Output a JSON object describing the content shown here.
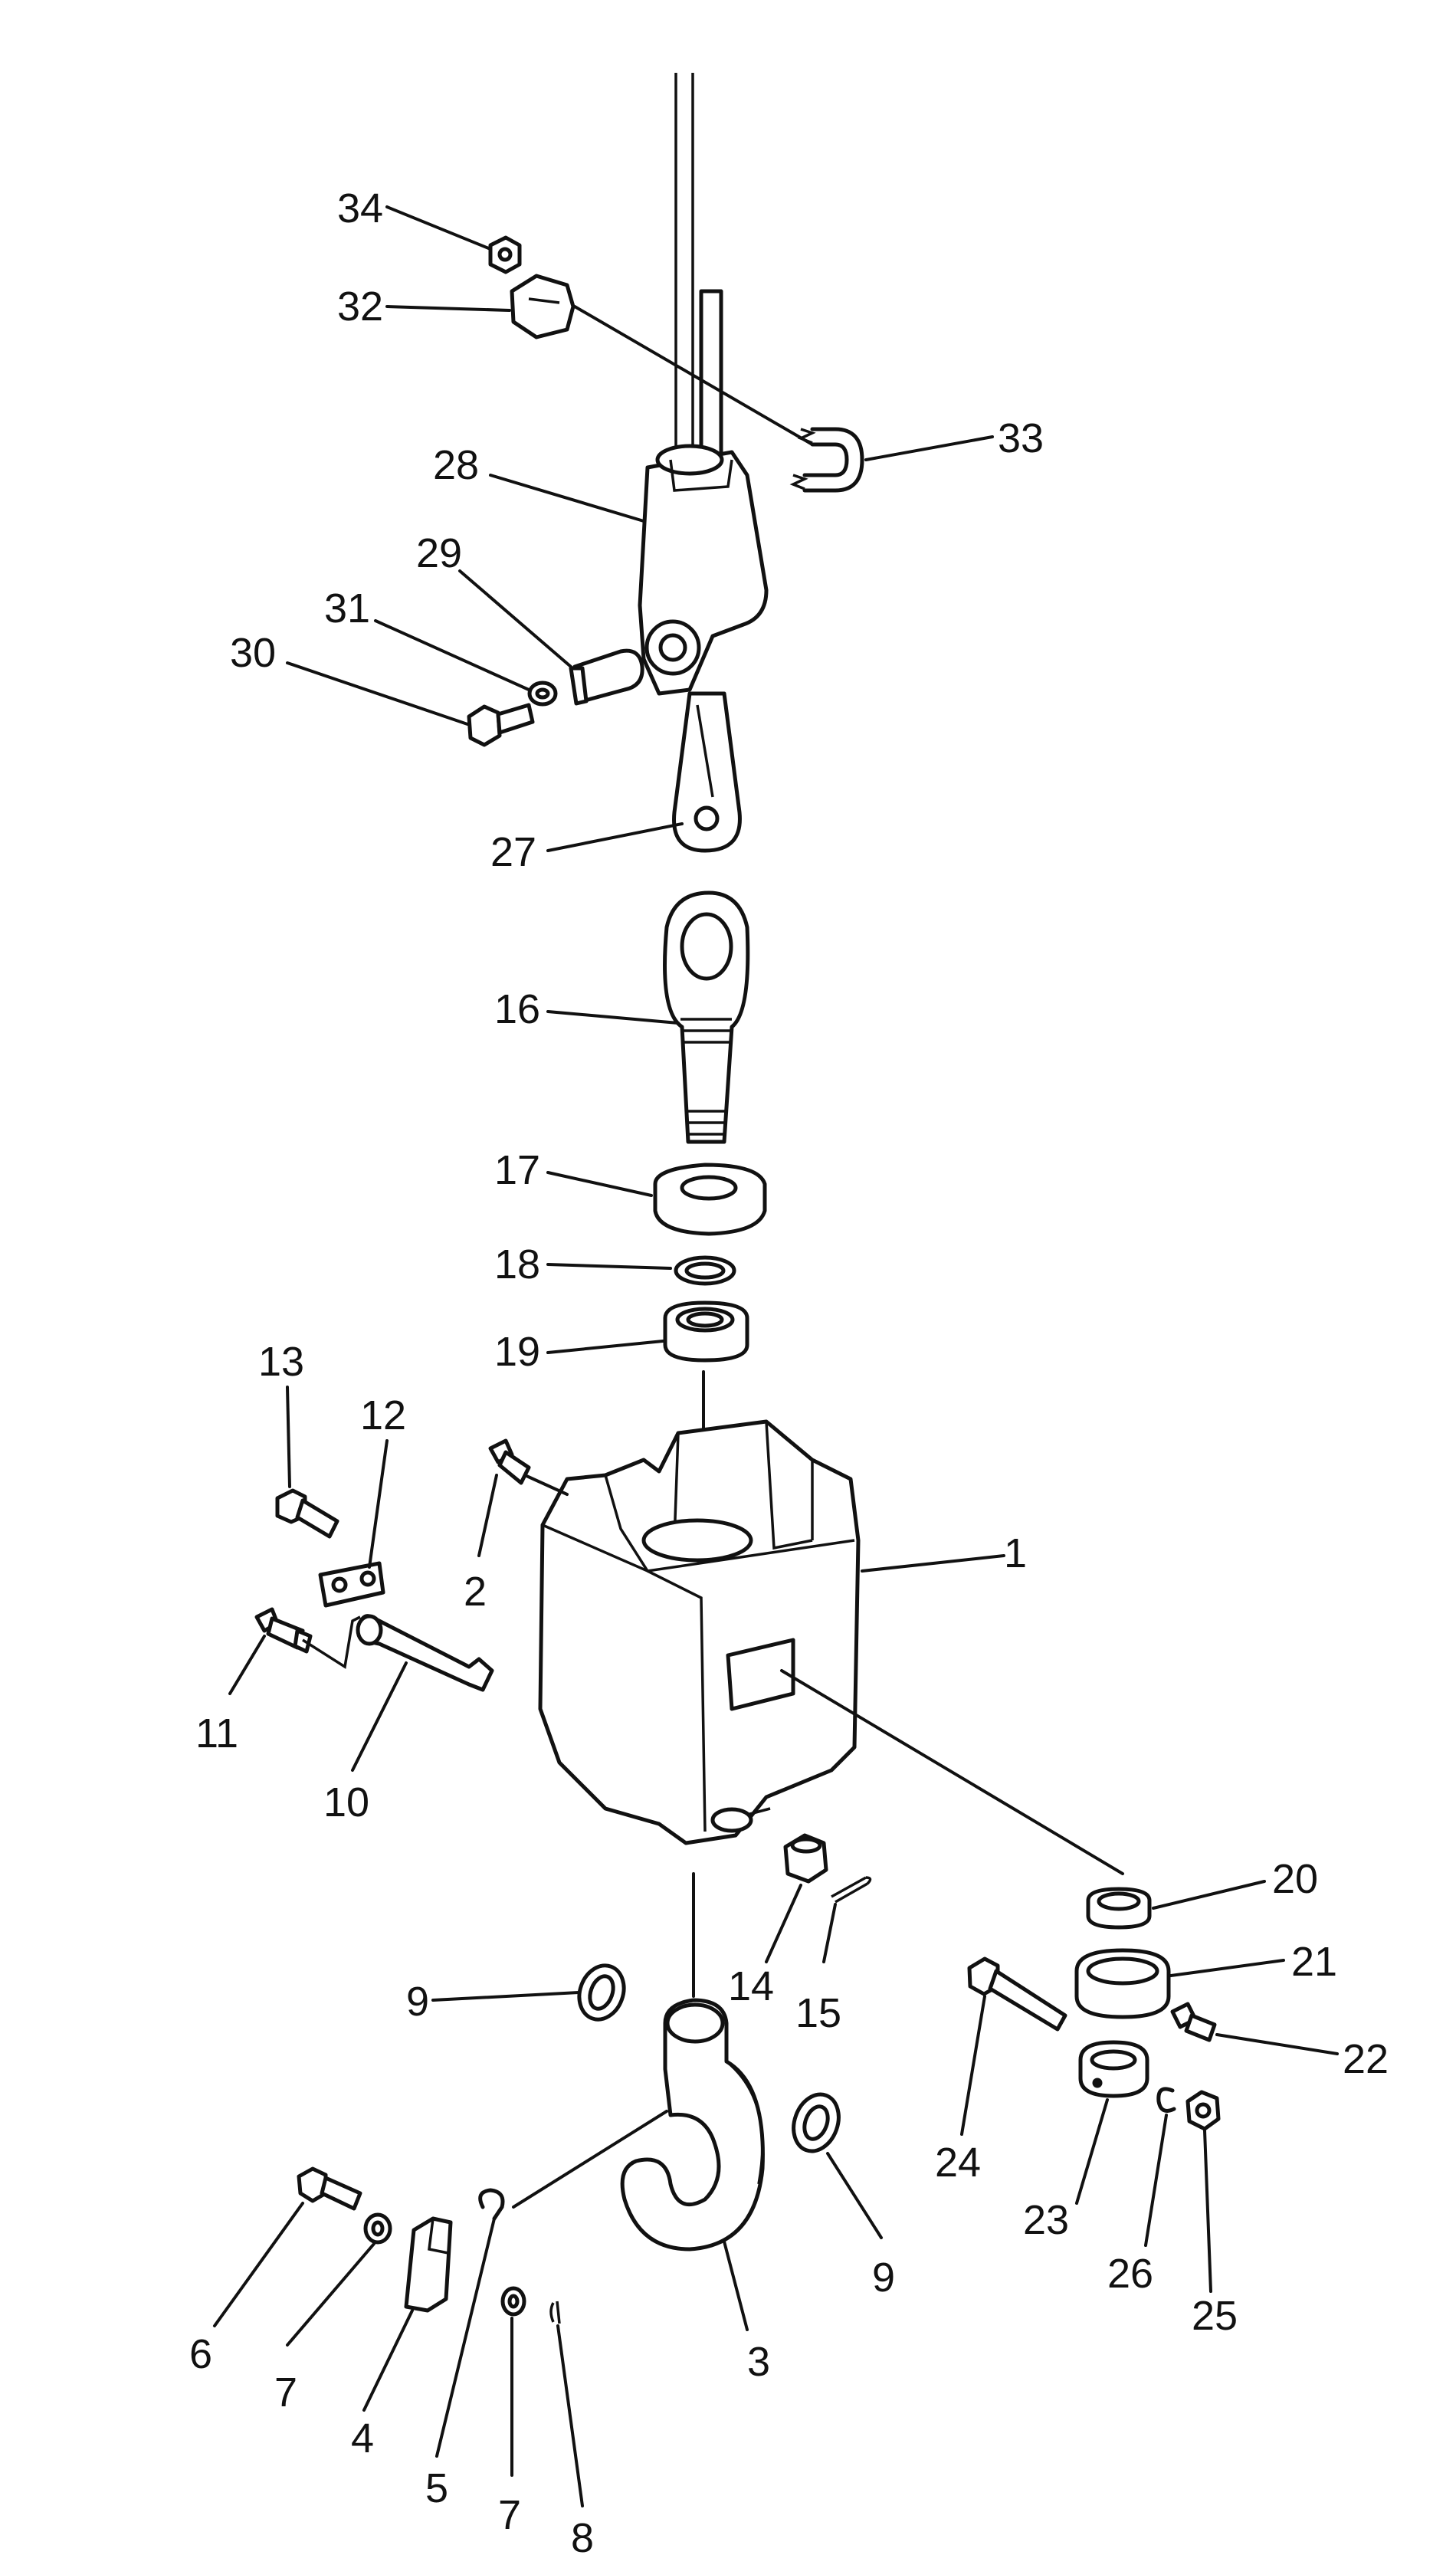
{
  "diagram": {
    "callouts": [
      {
        "id": "34",
        "text": "34"
      },
      {
        "id": "32",
        "text": "32"
      },
      {
        "id": "33",
        "text": "33"
      },
      {
        "id": "28",
        "text": "28"
      },
      {
        "id": "29",
        "text": "29"
      },
      {
        "id": "31",
        "text": "31"
      },
      {
        "id": "30",
        "text": "30"
      },
      {
        "id": "27",
        "text": "27"
      },
      {
        "id": "16",
        "text": "16"
      },
      {
        "id": "17",
        "text": "17"
      },
      {
        "id": "18",
        "text": "18"
      },
      {
        "id": "19",
        "text": "19"
      },
      {
        "id": "13",
        "text": "13"
      },
      {
        "id": "12",
        "text": "12"
      },
      {
        "id": "2",
        "text": "2"
      },
      {
        "id": "1",
        "text": "1"
      },
      {
        "id": "11",
        "text": "11"
      },
      {
        "id": "10",
        "text": "10"
      },
      {
        "id": "20",
        "text": "20"
      },
      {
        "id": "14",
        "text": "14"
      },
      {
        "id": "15",
        "text": "15"
      },
      {
        "id": "21",
        "text": "21"
      },
      {
        "id": "9a",
        "text": "9"
      },
      {
        "id": "22",
        "text": "22"
      },
      {
        "id": "24",
        "text": "24"
      },
      {
        "id": "9b",
        "text": "9"
      },
      {
        "id": "23",
        "text": "23"
      },
      {
        "id": "26",
        "text": "26"
      },
      {
        "id": "25",
        "text": "25"
      },
      {
        "id": "6",
        "text": "6"
      },
      {
        "id": "7a",
        "text": "7"
      },
      {
        "id": "4",
        "text": "4"
      },
      {
        "id": "3",
        "text": "3"
      },
      {
        "id": "5",
        "text": "5"
      },
      {
        "id": "7b",
        "text": "7"
      },
      {
        "id": "8",
        "text": "8"
      }
    ]
  }
}
